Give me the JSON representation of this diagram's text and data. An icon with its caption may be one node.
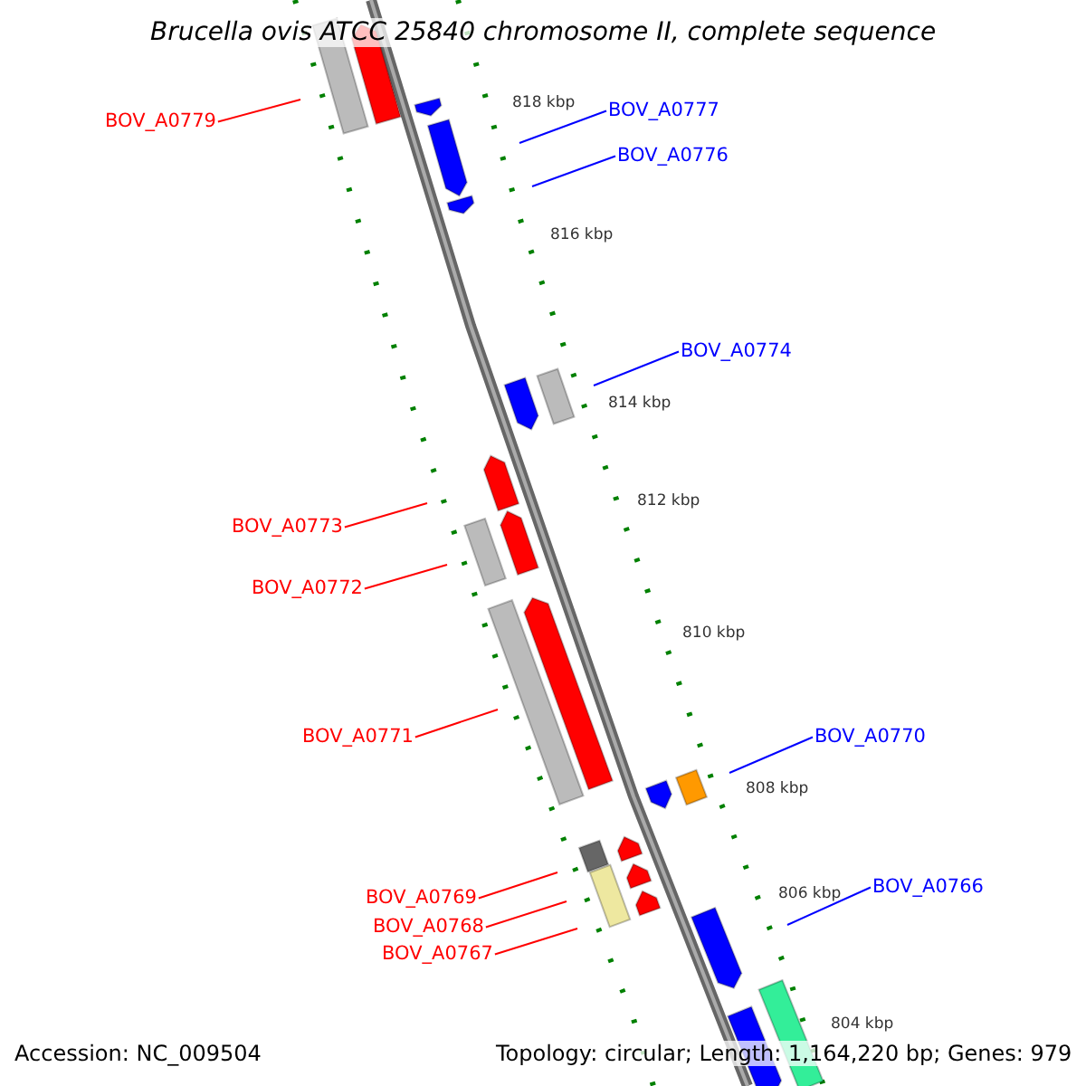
{
  "diagram": {
    "title": "Brucella ovis ATCC 25840 chromosome II, complete sequence",
    "nodes": [
      {
        "text": [
          "BOV_A0779"
        ]
      },
      {
        "text": [
          "BOV_A0777"
        ]
      },
      {
        "text": [
          "BOV_A0776"
        ]
      },
      {
        "text": [
          "BOV_A0774"
        ]
      },
      {
        "text": [
          "BOV_A0773"
        ]
      },
      {
        "text": [
          "BOV_A0772"
        ]
      },
      {
        "text": [
          "BOV_A0771"
        ]
      },
      {
        "text": [
          "BOV_A0770"
        ]
      },
      {
        "text": [
          "BOV_A0769"
        ]
      },
      {
        "text": [
          "BOV_A0768"
        ]
      },
      {
        "text": [
          "BOV_A0767"
        ]
      },
      {
        "text": [
          "BOV_A0766"
        ]
      }
    ],
    "edges": [
      {
        "from": 0,
        "to": null,
        "arrow": "none"
      },
      {
        "from": 1,
        "to": null,
        "arrow": "none",
        "color": "#0000ff"
      },
      {
        "from": 2,
        "to": null,
        "arrow": "none",
        "color": "#0000ff"
      },
      {
        "from": 3,
        "to": null,
        "arrow": "none",
        "color": "#0000ff"
      },
      {
        "from": 4,
        "to": null,
        "arrow": "none"
      },
      {
        "from": 5,
        "to": null,
        "arrow": "none"
      },
      {
        "from": 6,
        "to": null,
        "arrow": "none"
      },
      {
        "from": 7,
        "to": null,
        "arrow": "none",
        "color": "#0000ff"
      },
      {
        "from": 8,
        "to": null,
        "arrow": "none"
      },
      {
        "from": 9,
        "to": null,
        "arrow": "none"
      },
      {
        "from": 10,
        "to": null,
        "arrow": "none"
      },
      {
        "from": 11,
        "to": null,
        "arrow": "none",
        "color": "#0000ff"
      }
    ],
    "labels": [
      "818 kbp",
      "816 kbp",
      "814 kbp",
      "812 kbp",
      "810 kbp",
      "808 kbp",
      "806 kbp",
      "804 kbp",
      "Accession: NC_009504",
      "Topology: circular; Length: 1,164,220 bp; Genes: 979"
    ]
  }
}
